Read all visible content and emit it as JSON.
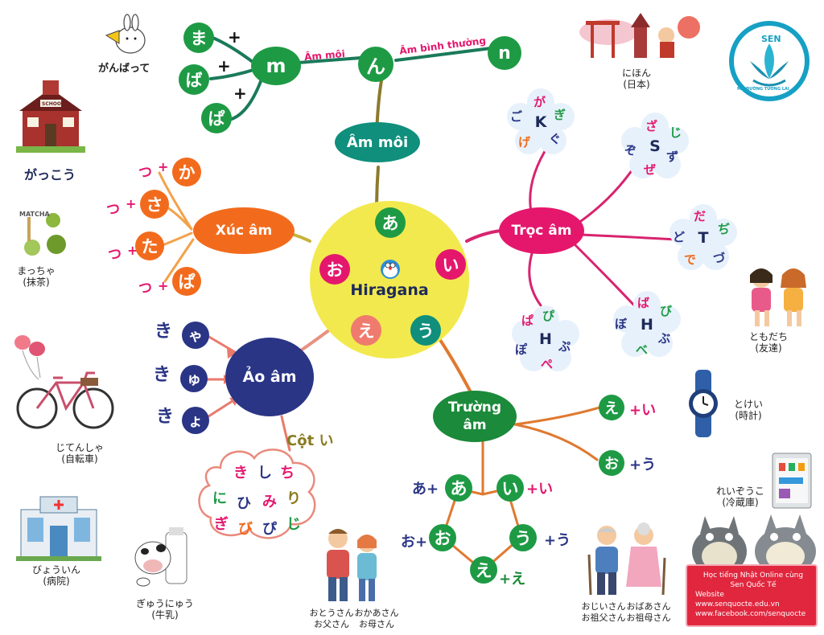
{
  "center": {
    "title": "Hiragana",
    "vowels": [
      "あ",
      "い",
      "う",
      "え",
      "お"
    ]
  },
  "am_moi": {
    "label": "Âm môi",
    "m_node": "m",
    "n_node": "n",
    "n_kana": "ん",
    "link_label_1": "Âm môi",
    "link_label_2": "Âm bình thường",
    "kana": [
      "ま",
      "ば",
      "ぱ"
    ],
    "plus": "+"
  },
  "xuc_am": {
    "label": "Xúc âm",
    "tsu": "つ",
    "plus": "+",
    "items": [
      "か",
      "さ",
      "た",
      "ぱ"
    ]
  },
  "ao_am": {
    "label": "Ảo âm",
    "rows": [
      {
        "ki": "き",
        "small": "ゃ"
      },
      {
        "ki": "き",
        "small": "ゅ"
      },
      {
        "ki": "き",
        "small": "ょ"
      }
    ],
    "cot_i_label": "Cột い",
    "cloud_rows": [
      [
        "き",
        "し",
        "ち"
      ],
      [
        "に",
        "ひ",
        "み",
        "り"
      ],
      [
        "ぎ",
        "び",
        "ぴ",
        "じ"
      ]
    ]
  },
  "troc_am": {
    "label": "Trọc âm",
    "flowers": [
      {
        "center": "K",
        "kana": [
          "が",
          "ぎ",
          "ぐ",
          "げ",
          "ご"
        ]
      },
      {
        "center": "S",
        "kana": [
          "ざ",
          "じ",
          "ず",
          "ぜ",
          "ぞ"
        ]
      },
      {
        "center": "T",
        "kana": [
          "だ",
          "ぢ",
          "づ",
          "で",
          "ど"
        ]
      },
      {
        "center": "H",
        "kana": [
          "ば",
          "び",
          "ぶ",
          "べ",
          "ぼ"
        ]
      },
      {
        "center": "H",
        "kana": [
          "ぱ",
          "ぴ",
          "ぷ",
          "ぺ",
          "ぽ"
        ]
      }
    ]
  },
  "truong_am": {
    "label_1": "Trường",
    "label_2": "âm",
    "right": [
      {
        "kana": "え",
        "suffix": "+い"
      },
      {
        "kana": "お",
        "suffix": "+う"
      }
    ],
    "star": {
      "a": {
        "kana": "あ",
        "prefix": "あ+"
      },
      "i": {
        "kana": "い",
        "suffix": "+い"
      },
      "o": {
        "kana": "お",
        "prefix": "お+"
      },
      "u": {
        "kana": "う",
        "suffix": "+う"
      },
      "e": {
        "kana": "え",
        "suffix": "+え"
      }
    }
  },
  "captions": {
    "ganbatte": "がんばって",
    "gakkou": "がっこう",
    "maccha_1": "まっちゃ",
    "maccha_2": "(抹茶)",
    "jitensha_1": "じてんしゃ",
    "jitensha_2": "(自転車)",
    "byouin_1": "びょういん",
    "byouin_2": "(病院)",
    "gyuunyuu_1": "ぎゅうにゅう",
    "gyuunyuu_2": "(牛乳)",
    "otousan_1": "おとうさん",
    "otousan_2": "お父さん",
    "okaasan_1": "おかあさん",
    "okaasan_2": "お母さん",
    "ojiisan_1": "おじいさん",
    "ojiisan_2": "お祖父さん",
    "obaasan_1": "おばあさん",
    "obaasan_2": "お祖母さん",
    "nihon_1": "にほん",
    "nihon_2": "(日本)",
    "tomodachi_1": "ともだち",
    "tomodachi_2": "(友達)",
    "tokei_1": "とけい",
    "tokei_2": "(時計)",
    "reizouko_1": "れいぞうこ",
    "reizouko_2": "(冷蔵庫)",
    "matcha_word": "MATCHA"
  },
  "logo": {
    "name": "SEN",
    "tagline": "MỞ ĐƯỜNG TƯƠNG LAI"
  },
  "promo": {
    "line1": "Học tiếng Nhật Online cùng",
    "line2": "Sen Quốc Tế",
    "line3": "Website",
    "line4": "www.senquocte.edu.vn",
    "line5": "www.facebook.com/senquocte"
  },
  "school_sign": "SCHOOL",
  "colors": {
    "center": "#f2e94e",
    "green": "#1e9a45",
    "teal": "#0f8f7c",
    "orange": "#f26b1d",
    "navy": "#2a3585",
    "magenta": "#e4176d",
    "truong": "#1b8a3a",
    "red": "#e8364b"
  }
}
